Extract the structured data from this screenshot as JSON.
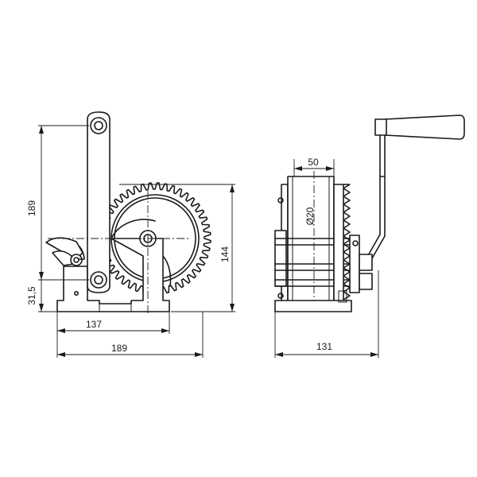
{
  "dimensions": {
    "side_height": "189",
    "side_lower_height": "31,5",
    "base_length": "137",
    "overall_length": "189",
    "drum_height": "144",
    "overall_width": "131",
    "drum_width": "50",
    "drum_diameter": "Ø20"
  }
}
